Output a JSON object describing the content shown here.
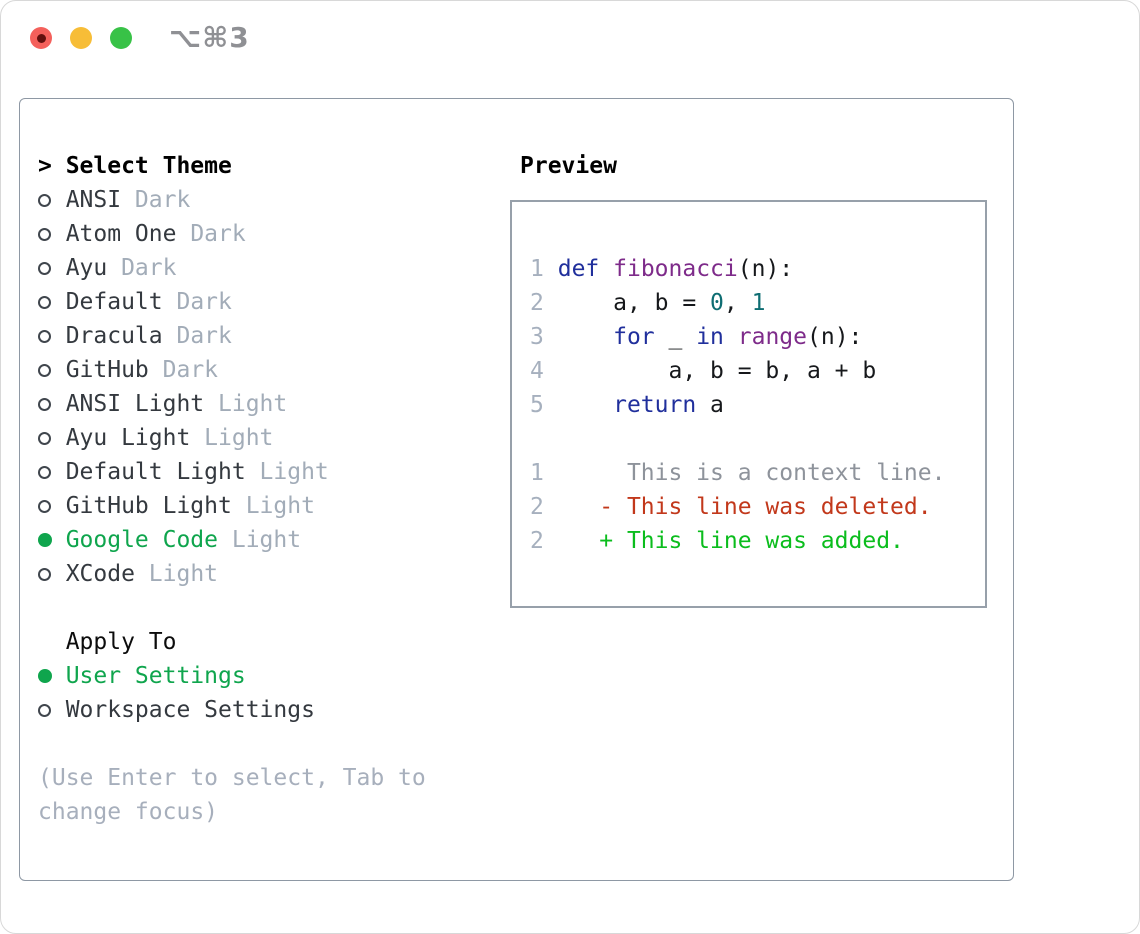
{
  "window": {
    "title": "⌥⌘3"
  },
  "colors": {
    "accent_green": "#0fa54d",
    "diff_added": "#0bbd1d",
    "diff_deleted": "#c2381b",
    "keyword_blue": "#202f9c",
    "function_purple": "#7e2b8a",
    "literal_teal": "#0e6d72",
    "muted_gray": "#a2acb8",
    "panel_border": "#8e98a4",
    "traffic_red": "#f4605b",
    "traffic_yellow": "#f7bd37",
    "traffic_green": "#38c247"
  },
  "theme_panel": {
    "header": {
      "cursor": ">",
      "label": "Select Theme"
    },
    "themes": [
      {
        "name": "ANSI",
        "variant": "Dark",
        "selected": false
      },
      {
        "name": "Atom One",
        "variant": "Dark",
        "selected": false
      },
      {
        "name": "Ayu",
        "variant": "Dark",
        "selected": false
      },
      {
        "name": "Default",
        "variant": "Dark",
        "selected": false
      },
      {
        "name": "Dracula",
        "variant": "Dark",
        "selected": false
      },
      {
        "name": "GitHub",
        "variant": "Dark",
        "selected": false
      },
      {
        "name": "ANSI Light",
        "variant": "Light",
        "selected": false
      },
      {
        "name": "Ayu Light",
        "variant": "Light",
        "selected": false
      },
      {
        "name": "Default Light",
        "variant": "Light",
        "selected": false
      },
      {
        "name": "GitHub Light",
        "variant": "Light",
        "selected": false
      },
      {
        "name": "Google Code",
        "variant": "Light",
        "selected": true
      },
      {
        "name": "XCode",
        "variant": "Light",
        "selected": false
      }
    ],
    "apply_to": {
      "label": "Apply To",
      "options": [
        {
          "label": "User Settings",
          "selected": true
        },
        {
          "label": "Workspace Settings",
          "selected": false
        }
      ]
    },
    "hint": "(Use Enter to select, Tab to change focus)"
  },
  "preview": {
    "label": "Preview",
    "lines": [
      [
        {
          "c": "ln",
          "t": "1"
        },
        {
          "c": "pln",
          "t": " "
        },
        {
          "c": "kwd",
          "t": "def"
        },
        {
          "c": "pln",
          "t": " "
        },
        {
          "c": "fn",
          "t": "fibonacci"
        },
        {
          "c": "pln",
          "t": "(n):"
        }
      ],
      [
        {
          "c": "ln",
          "t": "2"
        },
        {
          "c": "pln",
          "t": "     a, b = "
        },
        {
          "c": "lit",
          "t": "0"
        },
        {
          "c": "pln",
          "t": ", "
        },
        {
          "c": "lit",
          "t": "1"
        }
      ],
      [
        {
          "c": "ln",
          "t": "3"
        },
        {
          "c": "pln",
          "t": "     "
        },
        {
          "c": "kwd",
          "t": "for"
        },
        {
          "c": "pln",
          "t": " _ "
        },
        {
          "c": "kwd",
          "t": "in"
        },
        {
          "c": "pln",
          "t": " "
        },
        {
          "c": "fn",
          "t": "range"
        },
        {
          "c": "pln",
          "t": "(n):"
        }
      ],
      [
        {
          "c": "ln",
          "t": "4"
        },
        {
          "c": "pln",
          "t": "         a, b = b, a + b"
        }
      ],
      [
        {
          "c": "ln",
          "t": "5"
        },
        {
          "c": "pln",
          "t": "     "
        },
        {
          "c": "kwd",
          "t": "return"
        },
        {
          "c": "pln",
          "t": " a"
        }
      ],
      [],
      [
        {
          "c": "ln",
          "t": "1"
        },
        {
          "c": "ctx",
          "t": "      This is a context line."
        }
      ],
      [
        {
          "c": "ln",
          "t": "2"
        },
        {
          "c": "pln",
          "t": "    "
        },
        {
          "c": "del",
          "t": "- This line was deleted."
        }
      ],
      [
        {
          "c": "ln",
          "t": "2"
        },
        {
          "c": "pln",
          "t": "    "
        },
        {
          "c": "add",
          "t": "+ This line was added."
        }
      ]
    ]
  }
}
